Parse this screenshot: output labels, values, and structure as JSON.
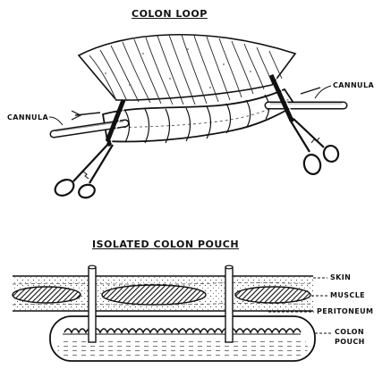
{
  "titles": {
    "top": "COLON LOOP",
    "bottom": "ISOLATED COLON POUCH"
  },
  "top_labels": {
    "cannula_left": "CANNULA",
    "cannula_right": "CANNULA"
  },
  "bottom_labels": {
    "skin": "SKIN",
    "muscle": "MUSCLE",
    "peritoneum": "PERITONEUM",
    "colon_pouch_line1": "COLON",
    "colon_pouch_line2": "POUCH"
  }
}
